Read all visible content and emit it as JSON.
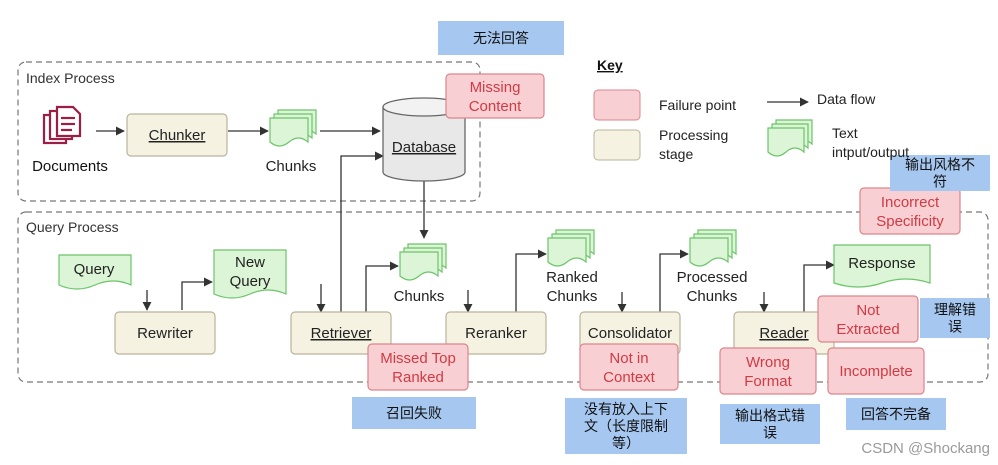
{
  "regions": {
    "index": "Index Process",
    "query": "Query Process"
  },
  "documents": "Documents",
  "stages": {
    "chunker": "Chunker",
    "database": "Database",
    "rewriter": "Rewriter",
    "retriever": "Retriever",
    "reranker": "Reranker",
    "consolidator": "Consolidator",
    "reader": "Reader"
  },
  "data_items": {
    "chunks_index": "Chunks",
    "query": "Query",
    "new_query": [
      "New",
      "Query"
    ],
    "chunks_query": "Chunks",
    "ranked_chunks": [
      "Ranked",
      "Chunks"
    ],
    "processed_chunks": [
      "Processed",
      "Chunks"
    ],
    "response": "Response"
  },
  "failures": {
    "missing_content": [
      "Missing",
      "Content"
    ],
    "missed_top_ranked": [
      "Missed Top",
      "Ranked"
    ],
    "not_in_context": [
      "Not in",
      "Context"
    ],
    "wrong_format": [
      "Wrong",
      "Format"
    ],
    "incomplete": "Incomplete",
    "not_extracted": [
      "Not",
      "Extracted"
    ],
    "incorrect_specificity": [
      "Incorrect",
      "Specificity"
    ]
  },
  "annotations": {
    "missing_content": "无法回答",
    "missed_top_ranked": "召回失败",
    "not_in_context": [
      "没有放入上下",
      "文（长度限制",
      "等）"
    ],
    "wrong_format": [
      "输出格式错",
      "误"
    ],
    "incomplete": "回答不完备",
    "not_extracted": [
      "理解错",
      "误"
    ],
    "incorrect_specificity": [
      "输出风格不",
      "符"
    ]
  },
  "key": {
    "title": "Key",
    "failure_point": "Failure point",
    "processing_stage": [
      "Processing",
      "stage"
    ],
    "data_flow": "Data flow",
    "text_io": [
      "Text",
      "intput/output"
    ]
  },
  "watermark": "CSDN @Shockang",
  "colors": {
    "failure_fill": "#f8d0d3",
    "failure_stroke": "#d9868d",
    "failure_text": "#d23a44",
    "stage_fill": "#f6f2e2",
    "stage_stroke": "#b9b49e",
    "doc_fill": "#dcf5d6",
    "doc_stroke": "#6cc46a",
    "annotation_fill": "#a6c8f0",
    "documents_icon": "#9b1f45"
  }
}
